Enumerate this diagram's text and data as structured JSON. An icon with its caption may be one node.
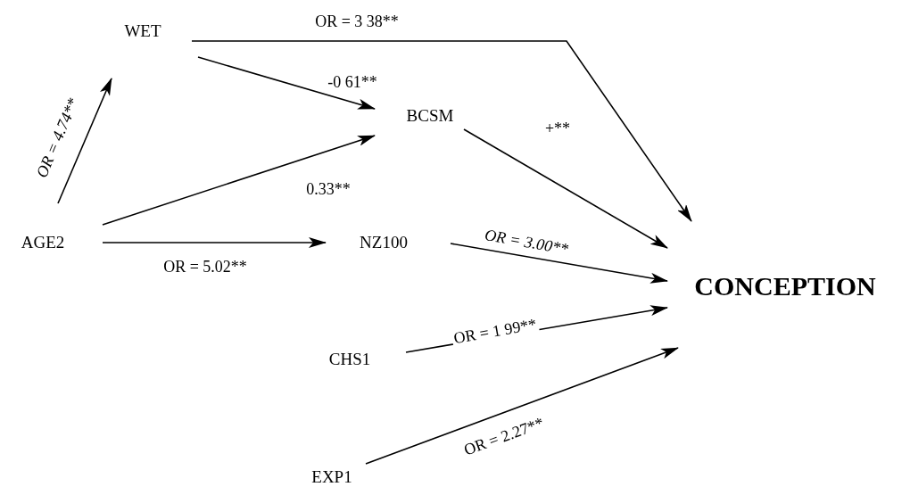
{
  "diagram": {
    "nodes": [
      {
        "text": [
          "WET"
        ]
      },
      {
        "text": [
          "AGE2"
        ]
      },
      {
        "text": [
          "BCSM"
        ]
      },
      {
        "text": [
          "NZ100"
        ]
      },
      {
        "text": [
          "CHS1"
        ]
      },
      {
        "text": [
          "EXP1"
        ]
      },
      {
        "text": [
          "CONCEPTION"
        ]
      }
    ],
    "edges": [
      {
        "from": 1,
        "to": 0,
        "arrow": "to",
        "label": "OR = 4.74**"
      },
      {
        "from": 0,
        "to": 2,
        "arrow": "to",
        "label": "-0 61**"
      },
      {
        "from": 1,
        "to": 2,
        "arrow": "to",
        "label": "0.33**"
      },
      {
        "from": 1,
        "to": 3,
        "arrow": "to",
        "label": "OR = 5.02**"
      },
      {
        "from": 0,
        "to": 6,
        "arrow": "to",
        "label": "OR = 3 38**"
      },
      {
        "from": 2,
        "to": 6,
        "arrow": "to",
        "label": "+**"
      },
      {
        "from": 3,
        "to": 6,
        "arrow": "to",
        "label": "OR = 3.00**"
      },
      {
        "from": 4,
        "to": 6,
        "arrow": "to",
        "label": "OR = 1 99**"
      },
      {
        "from": 5,
        "to": 6,
        "arrow": "to",
        "label": "OR = 2.27**"
      }
    ]
  }
}
